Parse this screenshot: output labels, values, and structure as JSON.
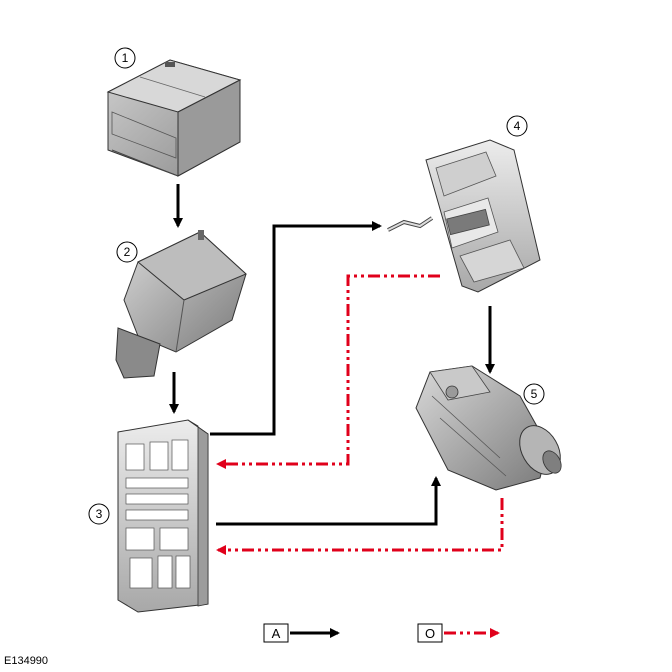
{
  "callouts": {
    "c1": "1",
    "c2": "2",
    "c3": "3",
    "c4": "4",
    "c5": "5"
  },
  "legend": {
    "a_label": "A",
    "o_label": "O"
  },
  "colors": {
    "hardwired": "#000000",
    "dashed": "#e0001b"
  },
  "reference": "E134990"
}
